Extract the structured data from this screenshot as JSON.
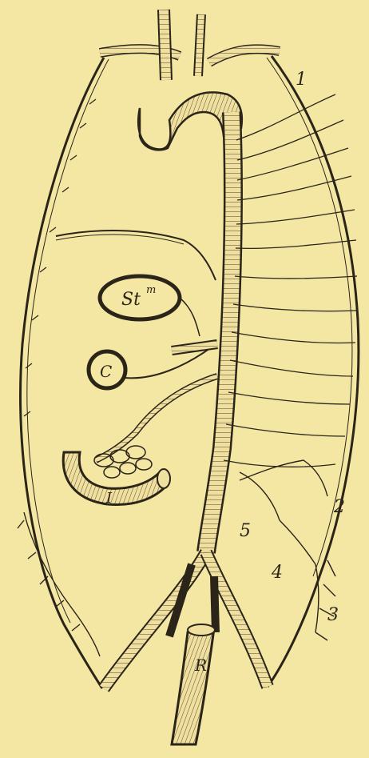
{
  "figure": {
    "background": "#f3e7a3",
    "ink": "#2b2418",
    "labels": {
      "n1": "1",
      "n2": "2",
      "n3": "3",
      "n4": "4",
      "n5": "5",
      "stomach_main": "St",
      "stomach_sup": "m",
      "colon": "C",
      "intestine": "I",
      "rectum": "R"
    }
  }
}
